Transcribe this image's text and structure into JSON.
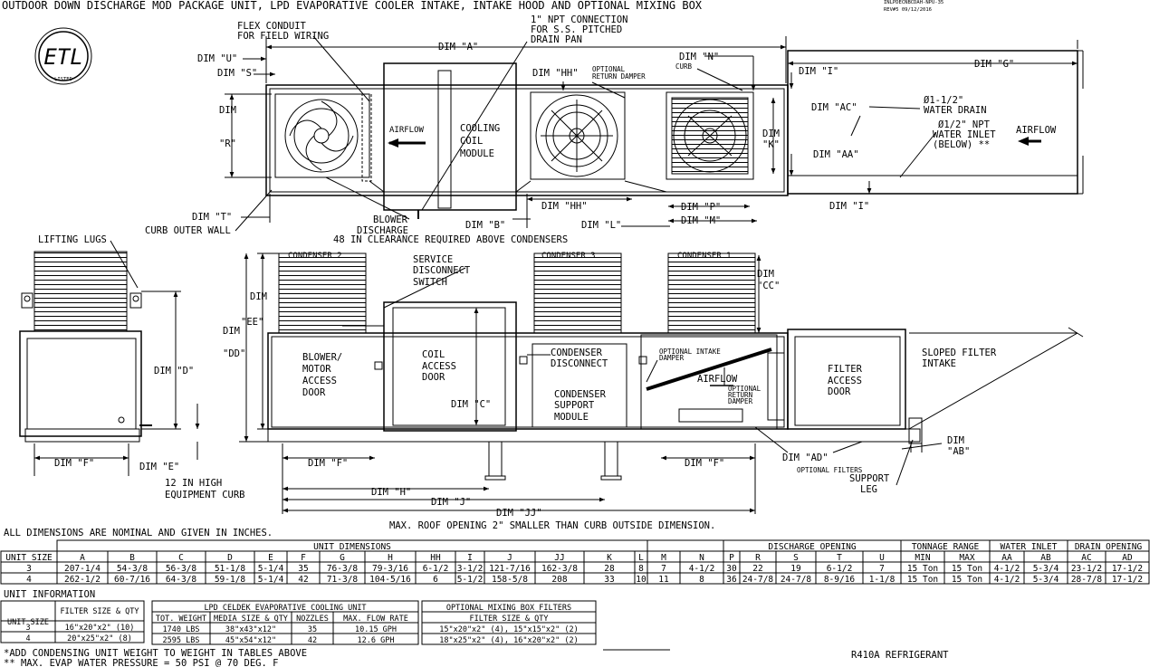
{
  "header": {
    "title": "OUTDOOR DOWN DISCHARGE MOD PACKAGE UNIT, LPD EVAPORATIVE COOLER INTAKE, INTAKE HOOD AND OPTIONAL MIXING BOX",
    "drawing_no": "INLPDECNBCDAH-NPU-35",
    "rev": "REV#5 09/12/2016"
  },
  "logo": {
    "text": "ETL",
    "sub": "LISTED"
  },
  "plan": {
    "flex": "FLEX CONDUIT",
    "flex2": "FOR FIELD WIRING",
    "npt": "1\" NPT CONNECTION",
    "npt2": "FOR S.S. PITCHED",
    "npt3": "DRAIN PAN",
    "dim_a": "DIM \"A\"",
    "dim_g": "DIM \"G\"",
    "dim_u": "DIM \"U\"",
    "dim_s": "DIM \"S\"",
    "dim_r1": "DIM",
    "dim_r2": "\"R\"",
    "dim_t": "DIM \"T\"",
    "curb_outer": "CURB OUTER WALL",
    "blower": "BLOWER",
    "discharge": "DISCHARGE",
    "airflow": "AIRFLOW",
    "cooling": "COOLING",
    "coil": "COIL",
    "module": "MODULE",
    "dim_hh": "DIM \"HH\"",
    "opt_ret1": "OPTIONAL",
    "opt_ret2": "RETURN DAMPER",
    "dim_n": "DIM \"N\"",
    "curb": "CURB",
    "dim_i": "DIM \"I\"",
    "dim_ac": "DIM \"AC\"",
    "water_drain1": "Ø1-1/2\"",
    "water_drain2": "WATER DRAIN",
    "water_inlet1": "Ø1/2\" NPT",
    "water_inlet2": "WATER INLET",
    "water_inlet3": "(BELOW) **",
    "airflow2": "AIRFLOW",
    "dim_k1": "DIM",
    "dim_k2": "\"K\"",
    "dim_aa": "DIM \"AA\"",
    "dim_b": "DIM \"B\"",
    "dim_l": "DIM \"L\"",
    "dim_p": "DIM \"P\"",
    "dim_m": "DIM \"M\"",
    "dim_i2": "DIM \"I\"",
    "clearance": "48 IN CLEARANCE REQUIRED ABOVE CONDENSERS"
  },
  "side": {
    "lifting": "LIFTING LUGS",
    "dim_d": "DIM \"D\"",
    "dim_f": "DIM \"F\"",
    "dim_e": "DIM \"E\"",
    "curb12a": "12 IN HIGH",
    "curb12b": "EQUIPMENT CURB",
    "dim_ee1": "DIM",
    "dim_ee2": "\"EE\"",
    "dim_dd1": "DIM",
    "dim_dd2": "\"DD\"",
    "cond2": "CONDENSER 2",
    "cond3": "CONDENSER 3",
    "cond1": "CONDENSER 1",
    "service1": "SERVICE",
    "service2": "DISCONNECT",
    "service3": "SWITCH",
    "blower1": "BLOWER/",
    "blower2": "MOTOR",
    "blower3": "ACCESS",
    "blower4": "DOOR",
    "coil1": "COIL",
    "coil2": "ACCESS",
    "coil3": "DOOR",
    "dim_c": "DIM \"C\"",
    "cd1": "CONDENSER",
    "cd2": "DISCONNECT",
    "cs1": "CONDENSER",
    "cs2": "SUPPORT",
    "cs3": "MODULE",
    "oid1": "OPTIONAL INTAKE",
    "oid2": "DAMPER",
    "airflow": "AIRFLOW",
    "ord1": "OPTIONAL",
    "ord2": "RETURN",
    "ord3": "DAMPER",
    "dim_cc1": "DIM",
    "dim_cc2": "\"CC\"",
    "fad1": "FILTER",
    "fad2": "ACCESS",
    "fad3": "DOOR",
    "sloped1": "SLOPED FILTER",
    "sloped2": "INTAKE",
    "dim_ab1": "DIM",
    "dim_ab2": "\"AB\"",
    "dim_ad": "DIM \"AD\"",
    "opt_filters": "OPTIONAL FILTERS",
    "support1": "SUPPORT",
    "support2": "LEG",
    "dim_f2": "DIM \"F\"",
    "dim_f3": "DIM \"F\"",
    "dim_h": "DIM \"H\"",
    "dim_j": "DIM \"J\"",
    "dim_jj": "DIM \"JJ\"",
    "roof": "MAX. ROOF OPENING 2\" SMALLER THAN CURB OUTSIDE DIMENSION."
  },
  "notes": {
    "nominal": "ALL DIMENSIONS ARE NOMINAL AND GIVEN IN INCHES.",
    "unit_info": "UNIT INFORMATION",
    "add": "*ADD CONDENSING UNIT WEIGHT TO WEIGHT IN TABLES ABOVE",
    "evap": "** MAX. EVAP WATER PRESSURE = 50 PSI @ 70 DEG. F",
    "refrig": "R410A REFRIGERANT"
  },
  "dim_table": {
    "group_labels": [
      "UNIT DIMENSIONS",
      "DISCHARGE OPENING",
      "TONNAGE RANGE",
      "WATER INLET",
      "DRAIN OPENING"
    ],
    "columns": [
      "UNIT SIZE",
      "A",
      "B",
      "C",
      "D",
      "E",
      "F",
      "G",
      "H",
      "HH",
      "I",
      "J",
      "JJ",
      "K",
      "L",
      "M",
      "N",
      "P",
      "R",
      "S",
      "T",
      "U",
      "MIN",
      "MAX",
      "AA",
      "AB",
      "AC",
      "AD"
    ],
    "rows": [
      [
        "3",
        "207-1/4",
        "54-3/8",
        "56-3/8",
        "51-1/8",
        "5-1/4",
        "35",
        "76-3/8",
        "79-3/16",
        "6-1/2",
        "3-1/2",
        "121-7/16",
        "162-3/8",
        "28",
        "8",
        "7",
        "4-1/2",
        "30",
        "22",
        "19",
        "6-1/2",
        "7",
        "15 Ton",
        "15 Ton",
        "4-1/2",
        "5-3/4",
        "23-1/2",
        "17-1/2"
      ],
      [
        "4",
        "262-1/2",
        "60-7/16",
        "64-3/8",
        "59-1/8",
        "5-1/4",
        "42",
        "71-3/8",
        "104-5/16",
        "6",
        "5-1/2",
        "158-5/8",
        "208",
        "33",
        "10",
        "11",
        "8",
        "36",
        "24-7/8",
        "24-7/8",
        "8-9/16",
        "1-1/8",
        "15 Ton",
        "15 Ton",
        "4-1/2",
        "5-3/4",
        "28-7/8",
        "17-1/2"
      ]
    ]
  },
  "unit_table": {
    "columns": [
      "UNIT SIZE",
      "FILTER SIZE & QTY"
    ],
    "rows": [
      [
        "3",
        "16\"x20\"x2\" (10)"
      ],
      [
        "4",
        "20\"x25\"x2\" (8)"
      ]
    ]
  },
  "lpd_table": {
    "title": "LPD CELDEK EVAPORATIVE COOLING UNIT",
    "columns": [
      "TOT. WEIGHT",
      "MEDIA SIZE & QTY",
      "NOZZLES",
      "MAX. FLOW RATE"
    ],
    "rows": [
      [
        "1740 LBS",
        "38\"x43\"x12\"",
        "35",
        "10.15 GPH"
      ],
      [
        "2595 LBS",
        "45\"x54\"x12\"",
        "42",
        "12.6 GPH"
      ]
    ]
  },
  "mix_table": {
    "title": "OPTIONAL MIXING BOX FILTERS",
    "subtitle": "FILTER SIZE & QTY",
    "rows": [
      "15\"x20\"x2\" (4), 15\"x15\"x2\" (2)",
      "18\"x25\"x2\" (4), 16\"x20\"x2\" (2)"
    ]
  }
}
